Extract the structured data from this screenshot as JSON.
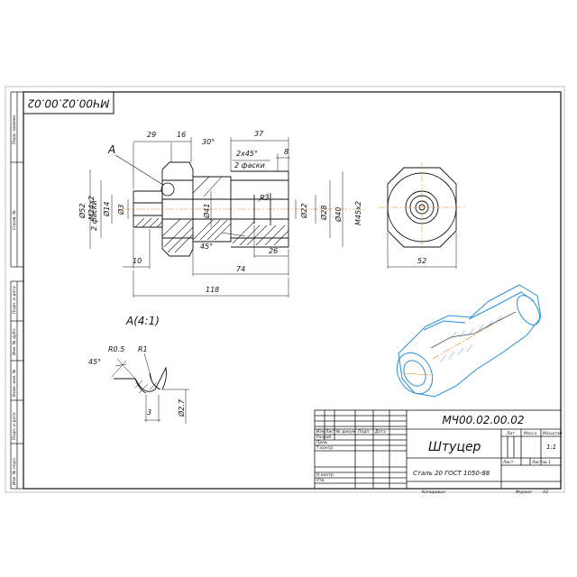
{
  "drawing": {
    "designation": "МЧ00.02.00.02",
    "designation_rotated": "МЧ00.02.00.02",
    "part_name": "Штуцер",
    "material": "Сталь 20 ГОСТ 1050-88",
    "scale": "1:1",
    "sheet": "Лист",
    "sheets": "Листов 1",
    "copied": "Копировал",
    "format": "Формат",
    "format_value": "А3"
  },
  "title_block": {
    "headers": {
      "lit": "Лит",
      "mass": "Масса",
      "scale_h": "Масштаб"
    },
    "row_headers": [
      "Изм",
      "Лист",
      "№ докум.",
      "Подп.",
      "Дата"
    ],
    "roles": [
      "Разраб.",
      "Пров.",
      "Т.контр.",
      "",
      "Н.контр.",
      "Утв."
    ]
  },
  "side_labels": [
    "Перв. примен.",
    "Справ. №",
    "Подп. и дата",
    "Инв. № дубл.",
    "Взам. инв. №",
    "Подп. и дата",
    "Инв. № подл."
  ],
  "dimensions": {
    "d29": "29",
    "d16": "16",
    "d30deg": "30°",
    "d37": "37",
    "d2x45": "2х45°",
    "d2chamfers": "2 фаски",
    "d8": "8",
    "d52": "Ø52",
    "d2ch_v": "2 фаски",
    "m24": "М24х2",
    "d14": "Ø14",
    "d3": "Ø3",
    "d41": "Ø41",
    "r3": "R3",
    "d22": "Ø22",
    "d28": "Ø28",
    "d40": "Ø40",
    "m45": "М45х2",
    "d45deg": "45°",
    "d26": "26",
    "d10": "10",
    "d74": "74",
    "d118": "118",
    "d52b": "52",
    "view_a": "А",
    "detail_title": "А(4:1)",
    "r05": "R0.5",
    "r1": "R1",
    "d45b": "45°",
    "d3b": "3",
    "d27": "Ø2.7"
  },
  "colors": {
    "line": "#111111",
    "blue": "#2a8fd6",
    "orange": "#e8871e"
  }
}
